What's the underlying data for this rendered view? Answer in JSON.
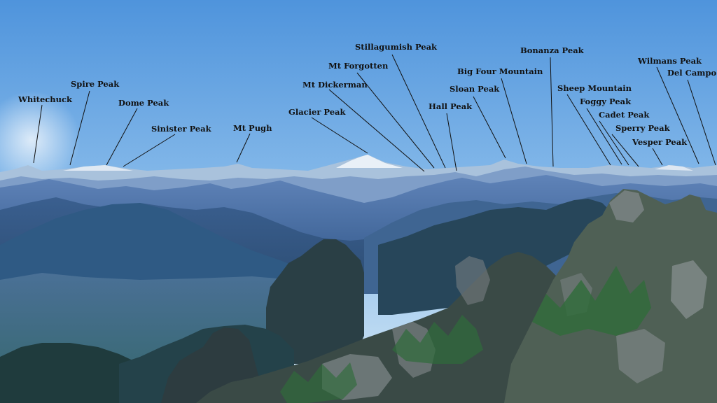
{
  "image": {
    "subject": "mountain-panorama",
    "colors": {
      "sky_top": "#5b9ee0",
      "sky_horizon": "#cfe3f3",
      "ridge_far": "#9fb8d6",
      "ridge_mid": "#6c8fc0",
      "ridge_near": "#35598d",
      "forest": "#20404a",
      "rock": "#8a9096"
    }
  },
  "peaks": [
    {
      "id": "whitechuck",
      "label": "Whitechuck"
    },
    {
      "id": "spire-peak",
      "label": "Spire Peak"
    },
    {
      "id": "dome-peak",
      "label": "Dome Peak"
    },
    {
      "id": "sinister-peak",
      "label": "Sinister Peak"
    },
    {
      "id": "mt-pugh",
      "label": "Mt Pugh"
    },
    {
      "id": "glacier-peak",
      "label": "Glacier Peak"
    },
    {
      "id": "mt-dickerman",
      "label": "Mt Dickerman"
    },
    {
      "id": "mt-forgotten",
      "label": "Mt Forgotten"
    },
    {
      "id": "stillagumish-peak",
      "label": "Stillagumish Peak"
    },
    {
      "id": "hall-peak",
      "label": "Hall Peak"
    },
    {
      "id": "big-four-mountain",
      "label": "Big Four Mountain"
    },
    {
      "id": "sloan-peak",
      "label": "Sloan Peak"
    },
    {
      "id": "bonanza-peak",
      "label": "Bonanza Peak"
    },
    {
      "id": "sheep-mountain",
      "label": "Sheep Mountain"
    },
    {
      "id": "foggy-peak",
      "label": "Foggy Peak"
    },
    {
      "id": "cadet-peak",
      "label": "Cadet Peak"
    },
    {
      "id": "sperry-peak",
      "label": "Sperry Peak"
    },
    {
      "id": "vesper-peak",
      "label": "Vesper Peak"
    },
    {
      "id": "wilmans-peak",
      "label": "Wilmans Peak"
    },
    {
      "id": "del-campo",
      "label": "Del Campo"
    }
  ]
}
